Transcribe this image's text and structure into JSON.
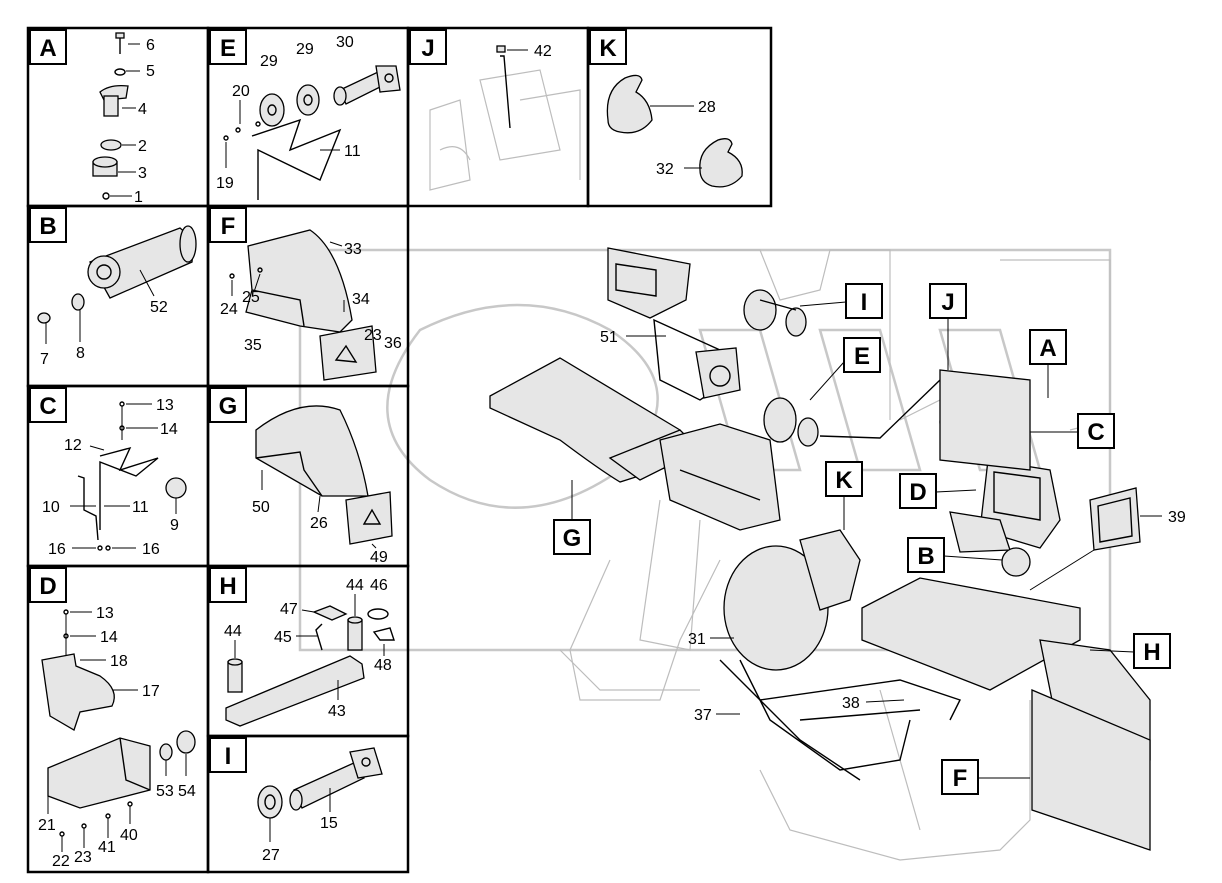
{
  "diagram": {
    "panels": [
      {
        "letter": "A",
        "numbers": [
          "6",
          "5",
          "4",
          "2",
          "3",
          "1"
        ]
      },
      {
        "letter": "B",
        "numbers": [
          "52",
          "7",
          "8"
        ]
      },
      {
        "letter": "C",
        "numbers": [
          "13",
          "14",
          "12",
          "10",
          "11",
          "9",
          "16",
          "16"
        ]
      },
      {
        "letter": "D",
        "numbers": [
          "13",
          "14",
          "18",
          "17",
          "21",
          "53",
          "54",
          "22",
          "23",
          "41",
          "40"
        ]
      },
      {
        "letter": "E",
        "numbers": [
          "30",
          "29",
          "29",
          "20",
          "11",
          "19"
        ]
      },
      {
        "letter": "F",
        "numbers": [
          "33",
          "25",
          "24",
          "34",
          "35",
          "23",
          "36"
        ]
      },
      {
        "letter": "G",
        "numbers": [
          "50",
          "26",
          "49"
        ]
      },
      {
        "letter": "H",
        "numbers": [
          "44",
          "46",
          "47",
          "45",
          "44",
          "48",
          "43"
        ]
      },
      {
        "letter": "I",
        "numbers": [
          "27",
          "15"
        ]
      },
      {
        "letter": "J",
        "numbers": [
          "42"
        ]
      },
      {
        "letter": "K",
        "numbers": [
          "28",
          "32"
        ]
      }
    ],
    "main_callouts": [
      "I",
      "J",
      "E",
      "A",
      "C",
      "K",
      "D",
      "G",
      "B",
      "H",
      "F"
    ],
    "main_numbers": [
      "51",
      "39",
      "31",
      "38",
      "37"
    ]
  }
}
